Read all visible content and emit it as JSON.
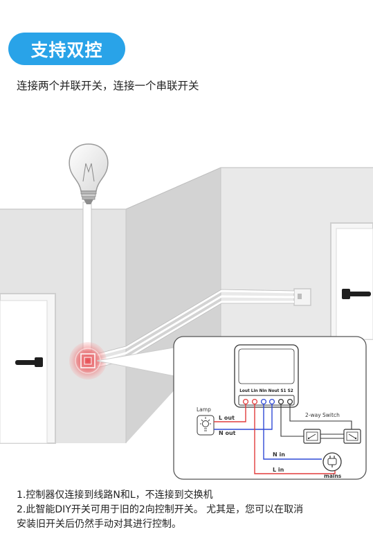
{
  "header": {
    "title": "支持双控",
    "subtitle": "连接两个并联开关，连接一个串联开关"
  },
  "module": {
    "terminals_label": "Lout Lin  Nin Nout S1  S2"
  },
  "diagram": {
    "lamp_label": "Lamp",
    "l_out": "L out",
    "n_out": "N out",
    "n_in": "N in",
    "l_in": "L in",
    "switch_label": "2-way Switch",
    "mains_label": "mains"
  },
  "colors": {
    "title_pill": "#29a3e8",
    "live_wire": "#e23b3b",
    "neutral_wire": "#2f49d6",
    "switch_wire": "#333333",
    "glow": "#e8474d"
  },
  "notes": {
    "line1": "1.控制器仅连接到线路N和L，不连接到交换机",
    "line2": "2.此智能DIY开关可用于旧的2向控制开关。 尤其是，您可以在取消",
    "line3": "安装旧开关后仍然手动对其进行控制。"
  }
}
